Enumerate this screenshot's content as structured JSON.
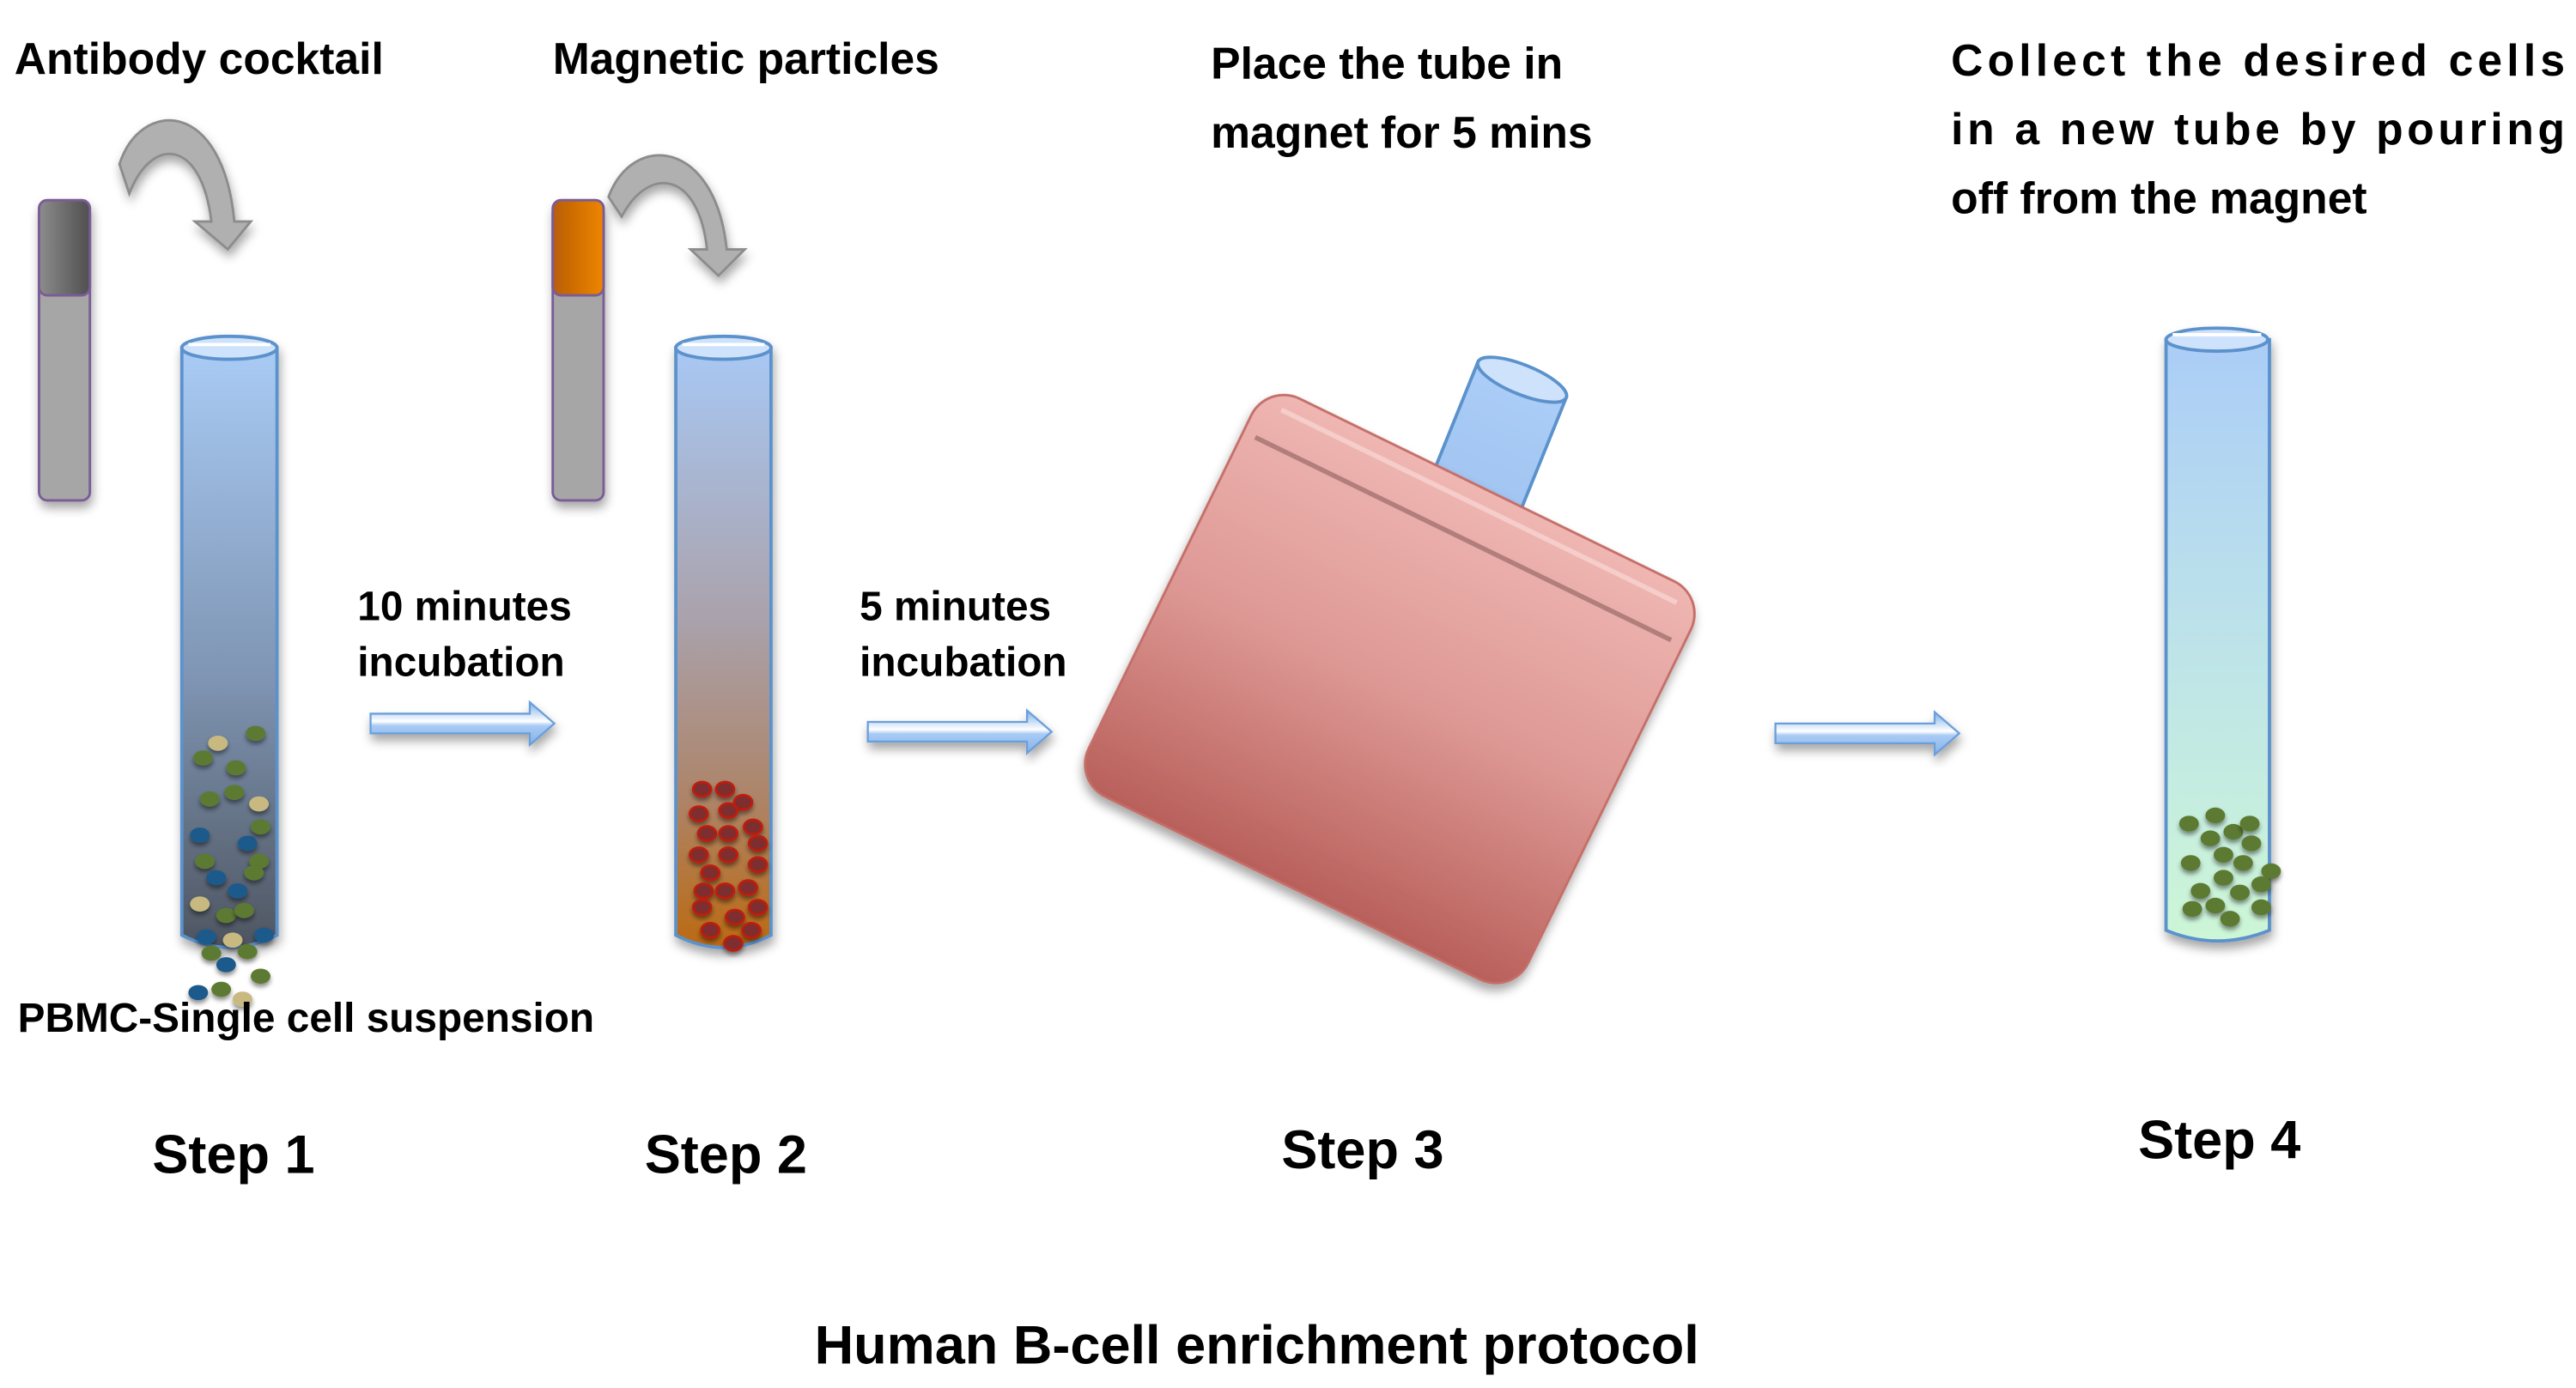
{
  "figure": {
    "title": "Human B-cell enrichment protocol",
    "colors": {
      "tube_outline": "#5b92cc",
      "tube_top": "#a9cdf7",
      "reagent_tube_body": "#a6a6a6",
      "reagent_tube_outline": "#7a5c96",
      "antibody_cap": "#5a5a5a",
      "magnetic_cap": "#e07b00",
      "curved_arrow": "#b0b0b0",
      "flow_arrow": "#8db8ee",
      "magnet": "#d9857f",
      "cell_green": "#5d7a33",
      "cell_blue": "#1f5a8c",
      "cell_beige": "#c8b980",
      "cell_red_particle": "#7e2d2d"
    }
  },
  "labels": {
    "antibody_cocktail": "Antibody cocktail",
    "magnetic_particles": "Magnetic particles",
    "place_tube": [
      "Place the tube in",
      "magnet for 5 mins"
    ],
    "collect_cells": [
      "Collect the desired cells",
      "in a new tube by pouring",
      "off from the magnet"
    ],
    "incubation_1": [
      "10 minutes",
      "incubation"
    ],
    "incubation_2": [
      "5 minutes",
      "incubation"
    ],
    "pbmc": "PBMC-Single cell suspension"
  },
  "steps": [
    {
      "label": "Step 1",
      "tube_fill": "mixed PBMC cells"
    },
    {
      "label": "Step 2",
      "tube_fill": "magnetic-labeled cells"
    },
    {
      "label": "Step 3",
      "tube_fill": "tube in magnet"
    },
    {
      "label": "Step 4",
      "tube_fill": "enriched B cells"
    }
  ],
  "cells": {
    "step1": [
      {
        "c": "beige"
      },
      {
        "c": "green"
      },
      {
        "c": "green"
      },
      {
        "c": "green"
      },
      {
        "c": "green"
      },
      {
        "c": "green"
      },
      {
        "c": "beige"
      },
      {
        "c": "blue"
      },
      {
        "c": "blue"
      },
      {
        "c": "green"
      },
      {
        "c": "green"
      },
      {
        "c": "green"
      },
      {
        "c": "blue"
      },
      {
        "c": "green"
      },
      {
        "c": "blue"
      },
      {
        "c": "beige"
      },
      {
        "c": "green"
      },
      {
        "c": "green"
      },
      {
        "c": "blue"
      },
      {
        "c": "beige"
      },
      {
        "c": "blue"
      },
      {
        "c": "green"
      },
      {
        "c": "green"
      },
      {
        "c": "blue"
      },
      {
        "c": "green"
      },
      {
        "c": "blue"
      },
      {
        "c": "green"
      },
      {
        "c": "beige"
      }
    ],
    "step2_count": 22,
    "step4_count": 18
  }
}
